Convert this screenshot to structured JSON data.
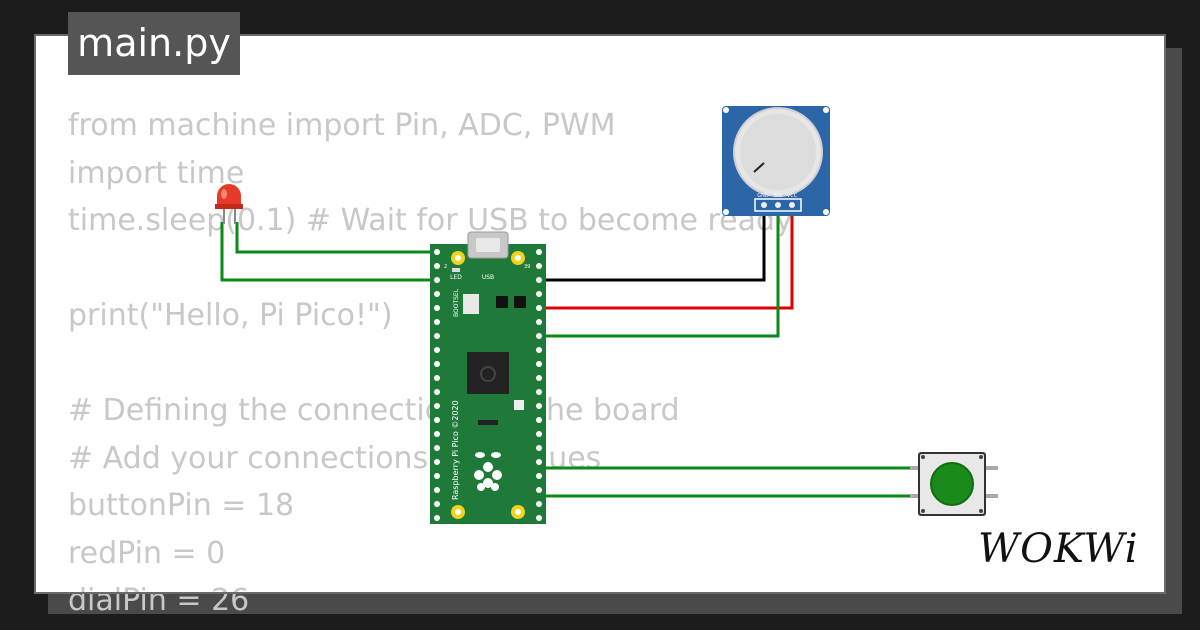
{
  "tab": {
    "label": "main.py"
  },
  "code_lines": [
    "from machine import Pin, ADC, PWM",
    "import time",
    "time.sleep(0.1) # Wait for USB to become ready",
    "",
    "print(\"Hello, Pi Pico!\")",
    "",
    "# Defining the connections on the board",
    "# Add your connections and values",
    "buttonPin = 18",
    "redPin = 0",
    "dialPin = 26"
  ],
  "board": {
    "name": "Raspberry Pi Pico ©2020",
    "usb_label": "USB",
    "led_label": "LED",
    "bootsel_label": "BOOTSEL"
  },
  "potentiometer": {
    "pins": [
      "GND",
      "SIG",
      "VCC"
    ]
  },
  "brand": "WOKWi",
  "colors": {
    "board_green": "#1f7a39",
    "wire_green": "#0a8a1a",
    "wire_red": "#e00000",
    "wire_black": "#000000",
    "pot_blue": "#2a66a8",
    "button_green": "#1a8a1a",
    "led_red": "#e63a2a"
  }
}
